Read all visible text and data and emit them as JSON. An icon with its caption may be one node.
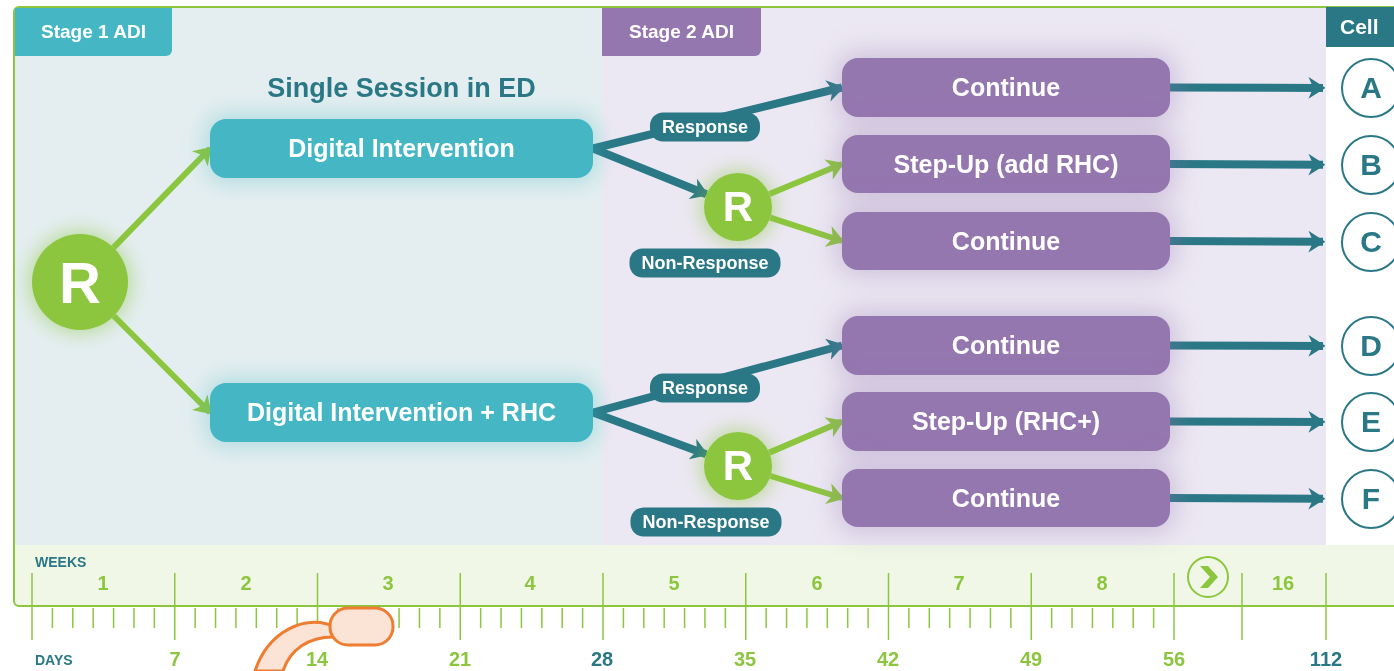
{
  "diagram": {
    "nodes": [
      {
        "text": [
          "Stage 1 ADI"
        ]
      },
      {
        "text": [
          "Stage 2 ADI"
        ]
      },
      {
        "text": [
          "Cell"
        ]
      },
      {
        "text": [
          "R"
        ],
        "in": 0
      },
      {
        "text": [
          "Digital Intervention"
        ],
        "in": 0,
        "beside": [
          "Single Session in ED"
        ]
      },
      {
        "text": [
          "Digital Intervention + RHC"
        ],
        "in": 0
      },
      {
        "text": [
          "R"
        ],
        "in": 1,
        "beside": [
          "Non-Response"
        ]
      },
      {
        "text": [
          "Continue"
        ],
        "in": 1
      },
      {
        "text": [
          "Step-Up (add RHC)"
        ],
        "in": 1
      },
      {
        "text": [
          "Continue"
        ],
        "in": 1
      },
      {
        "text": [
          "R"
        ],
        "in": 1,
        "beside": [
          "Non-Response"
        ]
      },
      {
        "text": [
          "Continue"
        ],
        "in": 1
      },
      {
        "text": [
          "Step-Up (RHC+)"
        ],
        "in": 1
      },
      {
        "text": [
          "Continue"
        ],
        "in": 1
      },
      {
        "text": [
          "A"
        ],
        "in": 2
      },
      {
        "text": [
          "B"
        ],
        "in": 2
      },
      {
        "text": [
          "C"
        ],
        "in": 2
      },
      {
        "text": [
          "D"
        ],
        "in": 2
      },
      {
        "text": [
          "E"
        ],
        "in": 2
      },
      {
        "text": [
          "F"
        ],
        "in": 2
      }
    ],
    "edges": [
      {
        "from": 3,
        "to": 4,
        "arrow": "to",
        "color": "#8cc63f"
      },
      {
        "from": 3,
        "to": 5,
        "arrow": "to",
        "color": "#8cc63f"
      },
      {
        "from": 4,
        "to": 7,
        "arrow": "to",
        "label": "Response"
      },
      {
        "from": 4,
        "to": 6,
        "arrow": "to"
      },
      {
        "from": 6,
        "to": 8,
        "arrow": "to",
        "color": "#8cc63f"
      },
      {
        "from": 6,
        "to": 9,
        "arrow": "to",
        "color": "#8cc63f"
      },
      {
        "from": 5,
        "to": 11,
        "arrow": "to",
        "label": "Response"
      },
      {
        "from": 5,
        "to": 10,
        "arrow": "to"
      },
      {
        "from": 10,
        "to": 12,
        "arrow": "to",
        "color": "#8cc63f"
      },
      {
        "from": 10,
        "to": 13,
        "arrow": "to",
        "color": "#8cc63f"
      },
      {
        "from": 7,
        "to": 14,
        "arrow": "to"
      },
      {
        "from": 8,
        "to": 15,
        "arrow": "to"
      },
      {
        "from": 9,
        "to": 16,
        "arrow": "to"
      },
      {
        "from": 11,
        "to": 17,
        "arrow": "to"
      },
      {
        "from": 12,
        "to": 18,
        "arrow": "to"
      },
      {
        "from": 13,
        "to": 19,
        "arrow": "to"
      }
    ],
    "labels": [
      "WEEKS",
      "1",
      "2",
      "3",
      "4",
      "5",
      "6",
      "7",
      "8",
      "16",
      "DAYS",
      "7",
      "14",
      "21",
      "28",
      "35",
      "42",
      "49",
      "56",
      "112"
    ]
  }
}
